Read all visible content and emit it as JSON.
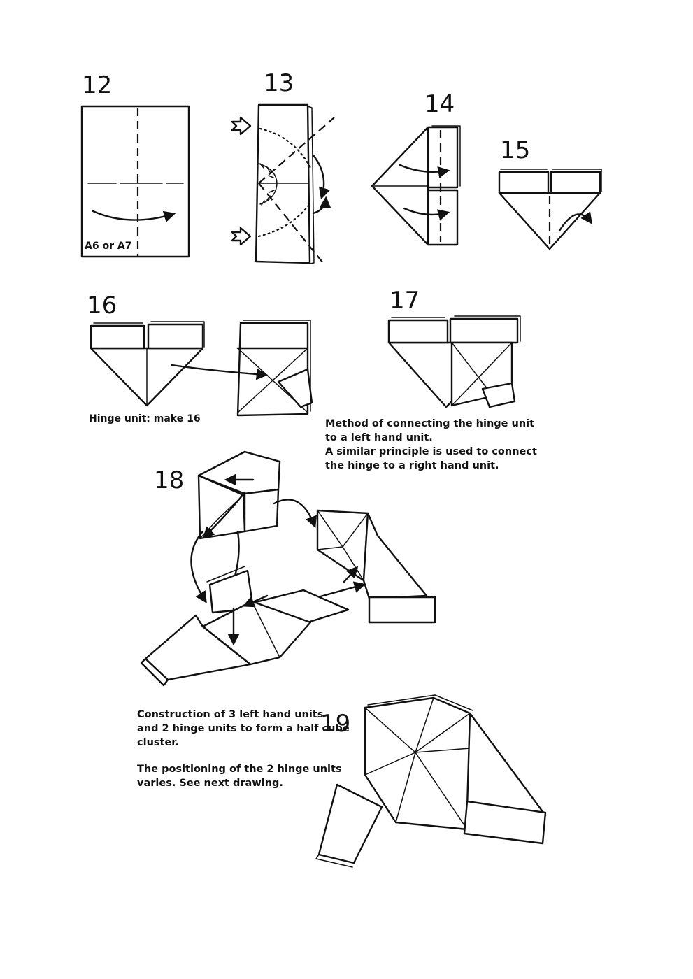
{
  "steps": {
    "s12": {
      "number": "12",
      "paper_label": "A6 or A7"
    },
    "s13": {
      "number": "13"
    },
    "s14": {
      "number": "14"
    },
    "s15": {
      "number": "15"
    },
    "s16": {
      "number": "16",
      "caption": "Hinge unit: make 16"
    },
    "s17": {
      "number": "17",
      "caption_lines": [
        "Method of connecting the hinge unit",
        "to a left hand unit.",
        "A similar principle is used to connect",
        "the hinge to a right hand unit."
      ]
    },
    "s18": {
      "number": "18",
      "caption_lines": [
        "Construction of 3 left hand units",
        "and 2 hinge units to form a half cube",
        "cluster.",
        "",
        "The positioning of the 2 hinge units",
        "varies. See next drawing."
      ]
    },
    "s19": {
      "number": "19"
    }
  },
  "colors": {
    "ink": "#111111",
    "paper": "#ffffff"
  }
}
